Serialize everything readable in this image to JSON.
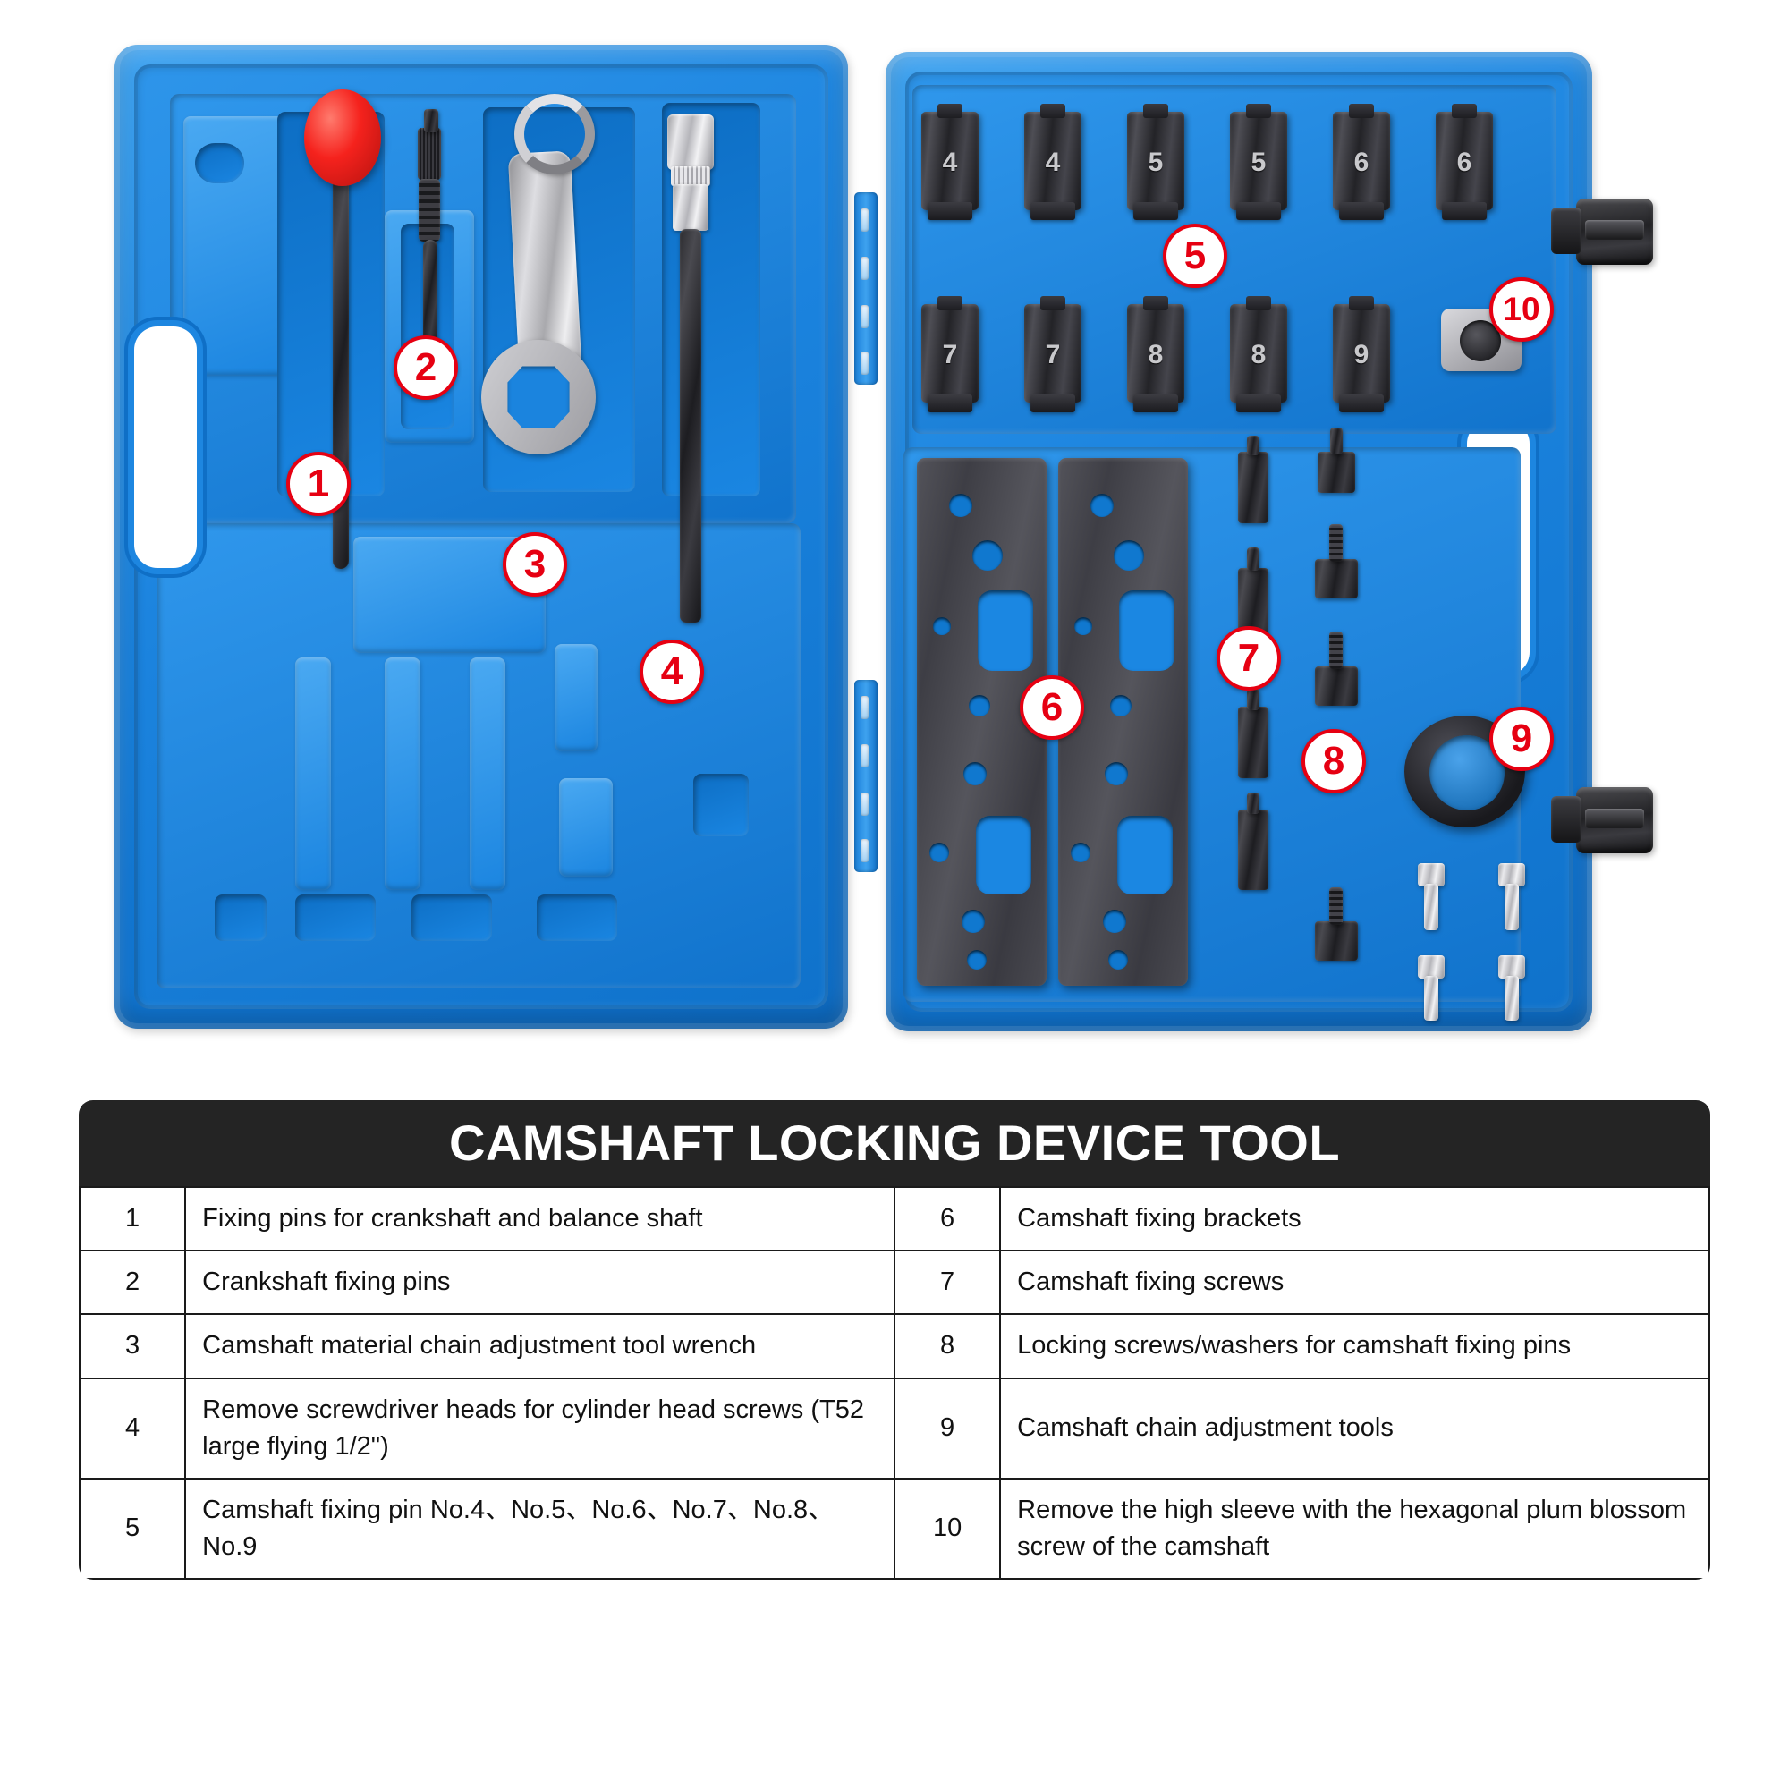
{
  "legend": {
    "title": "CAMSHAFT LOCKING DEVICE TOOL",
    "rows": [
      {
        "left_num": "1",
        "left_text": "Fixing pins for crankshaft and balance shaft",
        "right_num": "6",
        "right_text": "Camshaft fixing brackets"
      },
      {
        "left_num": "2",
        "left_text": "Crankshaft fixing pins",
        "right_num": "7",
        "right_text": "Camshaft fixing screws"
      },
      {
        "left_num": "3",
        "left_text": "Camshaft material chain adjustment tool wrench",
        "right_num": "8",
        "right_text": "Locking screws/washers for camshaft fixing pins"
      },
      {
        "left_num": "4",
        "left_text": "Remove screwdriver heads for cylinder head screws (T52 large flying 1/2\")",
        "right_num": "9",
        "right_text": "Camshaft chain adjustment tools"
      },
      {
        "left_num": "5",
        "left_text": "Camshaft fixing pin No.4、No.5、No.6、No.7、No.8、No.9",
        "right_num": "10",
        "right_text": "Remove the high sleeve with the hexagonal plum blossom screw of the camshaft"
      }
    ]
  },
  "photo": {
    "callouts": [
      {
        "id": "1",
        "label": "1"
      },
      {
        "id": "2",
        "label": "2"
      },
      {
        "id": "3",
        "label": "3"
      },
      {
        "id": "4",
        "label": "4"
      },
      {
        "id": "5",
        "label": "5"
      },
      {
        "id": "6",
        "label": "6"
      },
      {
        "id": "7",
        "label": "7"
      },
      {
        "id": "8",
        "label": "8"
      },
      {
        "id": "9",
        "label": "9"
      },
      {
        "id": "10",
        "label": "10"
      }
    ],
    "socket_labels_row1": [
      "4",
      "4",
      "5",
      "5",
      "6",
      "6"
    ],
    "socket_labels_row2": [
      "7",
      "7",
      "8",
      "8",
      "9"
    ],
    "colors": {
      "case_blue": "#1b85e0",
      "case_blue_dark": "#0e6cc4",
      "callout_red": "#e60012",
      "tool_steel": "#2a2a2e",
      "knob_red": "#f5221d",
      "title_bar": "#242424"
    }
  }
}
